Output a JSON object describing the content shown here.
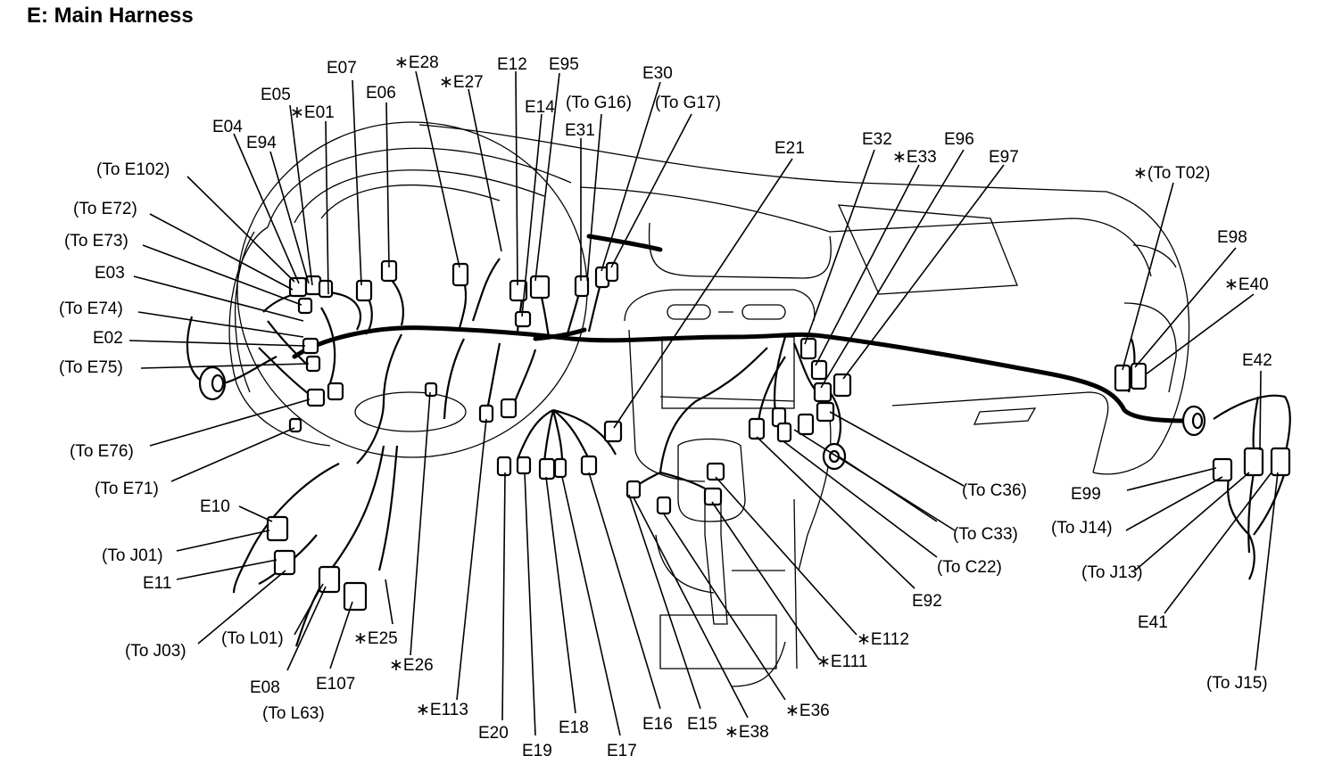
{
  "title": "E: Main Harness",
  "labels": [
    {
      "id": "e01",
      "text": "∗E01"
    },
    {
      "id": "e02",
      "text": "E02"
    },
    {
      "id": "e03",
      "text": "E03"
    },
    {
      "id": "e04",
      "text": "E04"
    },
    {
      "id": "e05",
      "text": "E05"
    },
    {
      "id": "e06",
      "text": "E06"
    },
    {
      "id": "e07",
      "text": "E07"
    },
    {
      "id": "e08",
      "text": "E08"
    },
    {
      "id": "e10",
      "text": "E10"
    },
    {
      "id": "e11",
      "text": "E11"
    },
    {
      "id": "e12",
      "text": "E12"
    },
    {
      "id": "e14",
      "text": "E14"
    },
    {
      "id": "e15",
      "text": "E15"
    },
    {
      "id": "e16",
      "text": "E16"
    },
    {
      "id": "e17",
      "text": "E17"
    },
    {
      "id": "e18",
      "text": "E18"
    },
    {
      "id": "e19",
      "text": "E19"
    },
    {
      "id": "e20",
      "text": "E20"
    },
    {
      "id": "e21",
      "text": "E21"
    },
    {
      "id": "e25",
      "text": "∗E25"
    },
    {
      "id": "e26",
      "text": "∗E26"
    },
    {
      "id": "e27",
      "text": "∗E27"
    },
    {
      "id": "e28",
      "text": "∗E28"
    },
    {
      "id": "e30",
      "text": "E30"
    },
    {
      "id": "e31",
      "text": "E31"
    },
    {
      "id": "e32",
      "text": "E32"
    },
    {
      "id": "e33",
      "text": "∗E33"
    },
    {
      "id": "e36",
      "text": "∗E36"
    },
    {
      "id": "e38",
      "text": "∗E38"
    },
    {
      "id": "e40",
      "text": "∗E40"
    },
    {
      "id": "e41",
      "text": "E41"
    },
    {
      "id": "e42",
      "text": "E42"
    },
    {
      "id": "e92",
      "text": "E92"
    },
    {
      "id": "e94",
      "text": "E94"
    },
    {
      "id": "e95",
      "text": "E95"
    },
    {
      "id": "e96",
      "text": "E96"
    },
    {
      "id": "e97",
      "text": "E97"
    },
    {
      "id": "e98",
      "text": "E98"
    },
    {
      "id": "e99",
      "text": "E99"
    },
    {
      "id": "e107",
      "text": "E107"
    },
    {
      "id": "e111",
      "text": "∗E111"
    },
    {
      "id": "e112",
      "text": "∗E112"
    },
    {
      "id": "e113",
      "text": "∗E113"
    },
    {
      "id": "to-e102",
      "text": "(To E102)"
    },
    {
      "id": "to-e72",
      "text": "(To E72)"
    },
    {
      "id": "to-e73",
      "text": "(To E73)"
    },
    {
      "id": "to-e74",
      "text": "(To E74)"
    },
    {
      "id": "to-e75",
      "text": "(To E75)"
    },
    {
      "id": "to-e76",
      "text": "(To E76)"
    },
    {
      "id": "to-e71",
      "text": "(To E71)"
    },
    {
      "id": "to-j01",
      "text": "(To J01)"
    },
    {
      "id": "to-j03",
      "text": "(To J03)"
    },
    {
      "id": "to-l01",
      "text": "(To L01)"
    },
    {
      "id": "to-l63",
      "text": "(To  L63)"
    },
    {
      "id": "to-g16",
      "text": "(To G16)"
    },
    {
      "id": "to-g17",
      "text": "(To G17)"
    },
    {
      "id": "to-t02",
      "text": "∗(To T02)"
    },
    {
      "id": "to-c36",
      "text": "(To C36)"
    },
    {
      "id": "to-c33",
      "text": "(To C33)"
    },
    {
      "id": "to-c22",
      "text": "(To C22)"
    },
    {
      "id": "to-j14",
      "text": "(To J14)"
    },
    {
      "id": "to-j13",
      "text": "(To J13)"
    },
    {
      "id": "to-j15",
      "text": "(To J15)"
    }
  ]
}
